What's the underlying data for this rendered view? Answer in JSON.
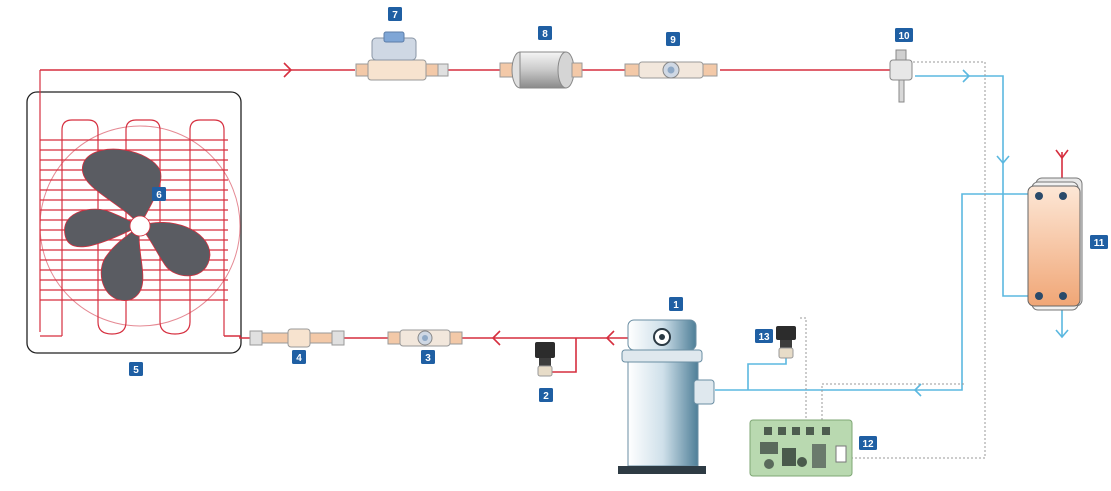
{
  "colors": {
    "refrigerant_hot": "#d62f3f",
    "refrigerant_cold": "#5bb8e0",
    "badge": "#1f5fa3",
    "fan_blade": "#5a5c62",
    "pcb": "#b9d9b0",
    "exchanger": "#f3b48a"
  },
  "badges": [
    "1",
    "2",
    "3",
    "4",
    "5",
    "6",
    "7",
    "8",
    "9",
    "10",
    "11",
    "12",
    "13"
  ],
  "components": [
    {
      "badge": "1",
      "icon": "compressor-icon"
    },
    {
      "badge": "2",
      "icon": "pressure-switch-icon"
    },
    {
      "badge": "3",
      "icon": "sight-glass-icon"
    },
    {
      "badge": "4",
      "icon": "pipe-fitting-icon"
    },
    {
      "badge": "5",
      "icon": "condenser-coil-icon"
    },
    {
      "badge": "6",
      "icon": "fan-icon"
    },
    {
      "badge": "7",
      "icon": "solenoid-valve-icon"
    },
    {
      "badge": "8",
      "icon": "filter-drier-icon"
    },
    {
      "badge": "9",
      "icon": "sight-glass-icon"
    },
    {
      "badge": "10",
      "icon": "expansion-valve-icon"
    },
    {
      "badge": "11",
      "icon": "plate-heat-exchanger-icon"
    },
    {
      "badge": "12",
      "icon": "control-board-icon"
    },
    {
      "badge": "13",
      "icon": "pressure-switch-icon"
    }
  ]
}
